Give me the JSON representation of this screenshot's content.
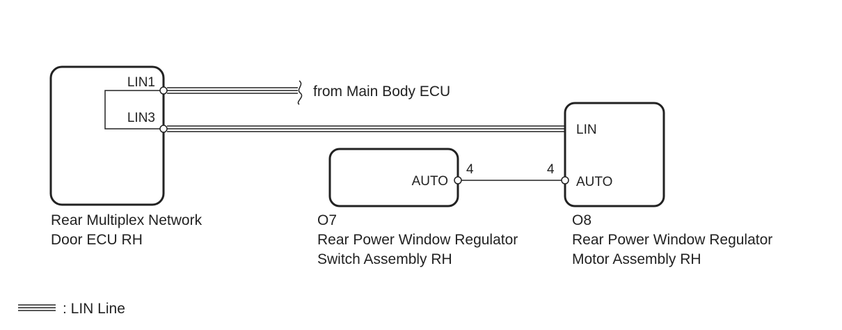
{
  "colors": {
    "line": "#222222",
    "background": "#ffffff"
  },
  "components": {
    "door_ecu": {
      "name_line1": "Rear Multiplex Network",
      "name_line2": "Door ECU RH",
      "pin_lin1": "LIN1",
      "pin_lin3": "LIN3"
    },
    "switch_assembly": {
      "code": "O7",
      "name_line1": "Rear Power Window Regulator",
      "name_line2": "Switch Assembly RH",
      "pin_auto": "AUTO",
      "pin_number": "4"
    },
    "motor_assembly": {
      "code": "O8",
      "name_line1": "Rear Power Window Regulator",
      "name_line2": "Motor Assembly RH",
      "pin_lin": "LIN",
      "pin_auto": "AUTO",
      "pin_number": "4"
    }
  },
  "annotations": {
    "from_main_body": "from Main Body ECU"
  },
  "legend": {
    "lin_line_label": ": LIN Line"
  }
}
